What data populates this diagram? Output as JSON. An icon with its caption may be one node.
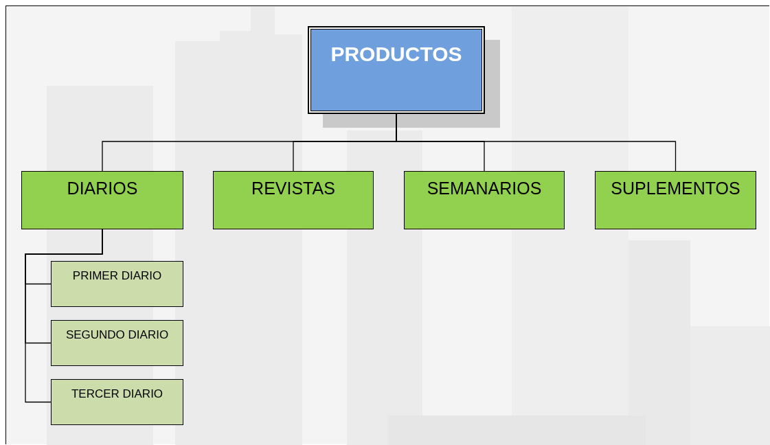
{
  "diagram": {
    "nodes": [
      {
        "text": [
          "PRODUCTOS"
        ]
      },
      {
        "text": [
          "DIARIOS"
        ]
      },
      {
        "text": [
          "REVISTAS"
        ]
      },
      {
        "text": [
          "SEMANARIOS"
        ]
      },
      {
        "text": [
          "SUPLEMENTOS"
        ]
      },
      {
        "text": [
          "PRIMER DIARIO"
        ]
      },
      {
        "text": [
          "SEGUNDO DIARIO"
        ]
      },
      {
        "text": [
          "TERCER DIARIO"
        ]
      }
    ],
    "edges": [
      {
        "from": 0,
        "to": 1,
        "arrow": "none"
      },
      {
        "from": 0,
        "to": 2,
        "arrow": "none"
      },
      {
        "from": 0,
        "to": 3,
        "arrow": "none"
      },
      {
        "from": 0,
        "to": 4,
        "arrow": "none"
      },
      {
        "from": 1,
        "to": 5,
        "arrow": "none"
      },
      {
        "from": 1,
        "to": 6,
        "arrow": "none"
      },
      {
        "from": 1,
        "to": 7,
        "arrow": "none"
      }
    ]
  }
}
